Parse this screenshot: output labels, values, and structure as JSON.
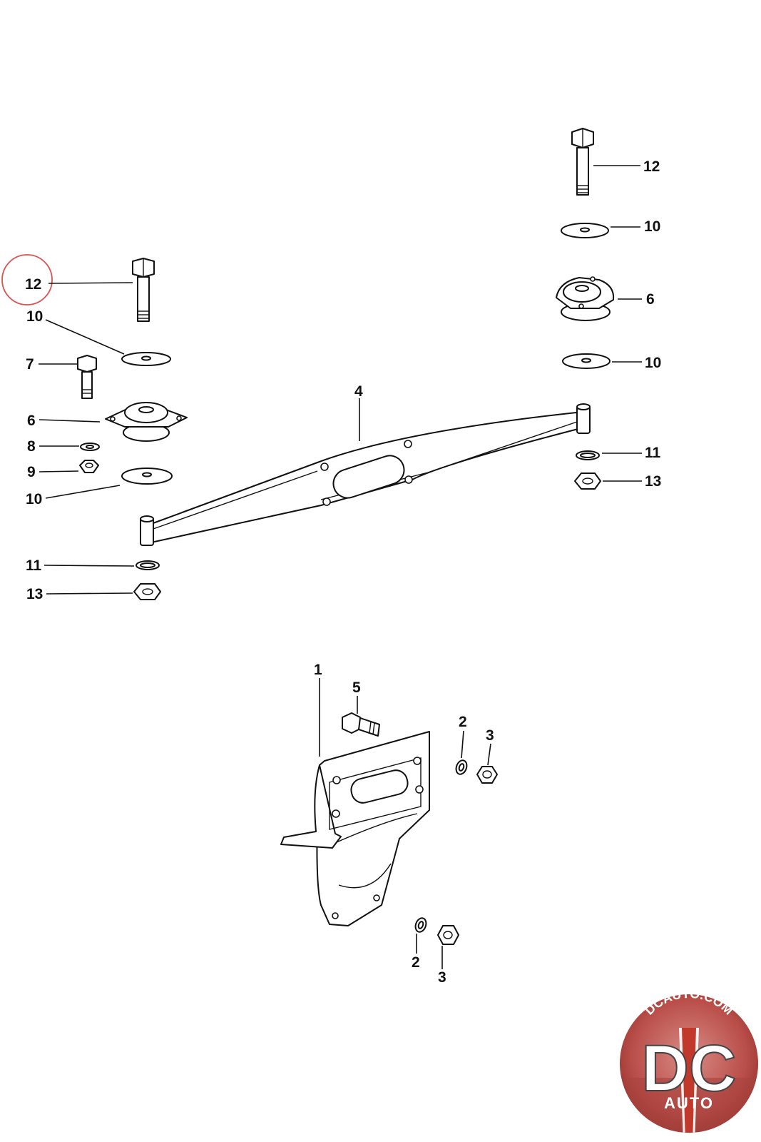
{
  "callouts": {
    "c12_left": "12",
    "c10_left_top": "10",
    "c7": "7",
    "c6_left": "6",
    "c8": "8",
    "c9": "9",
    "c10_left_bottom": "10",
    "c11_left": "11",
    "c13_left": "13",
    "c4": "4",
    "c12_right": "12",
    "c10_right_top": "10",
    "c6_right": "6",
    "c10_right_bottom": "10",
    "c11_right": "11",
    "c13_right": "13",
    "c1": "1",
    "c5": "5",
    "c2_top": "2",
    "c3_top": "3",
    "c2_bottom": "2",
    "c3_bottom": "3"
  },
  "highlight": {
    "callout": "12",
    "color": "#d9534f"
  },
  "logo": {
    "arc_text": "DCAUTO.COM",
    "letters": "DC",
    "sub_text": "AUTO",
    "accent": "#c0392b"
  }
}
